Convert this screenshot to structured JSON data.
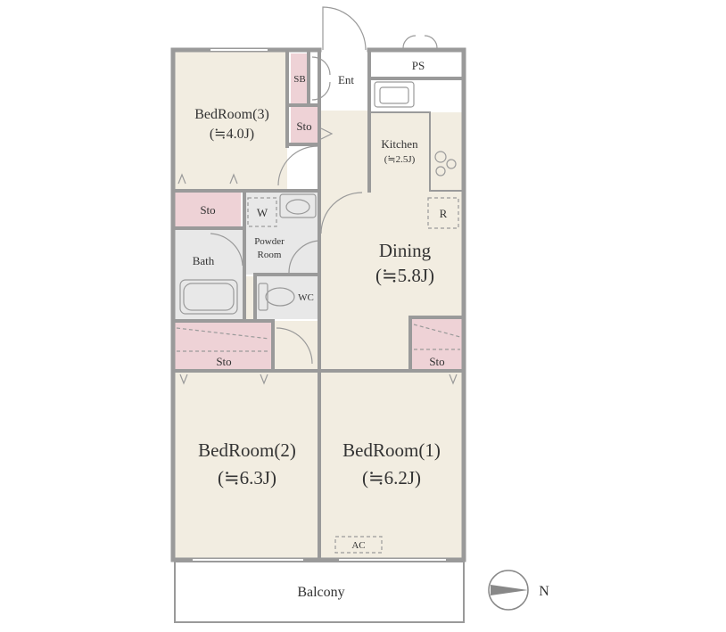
{
  "colors": {
    "floor": "#f2ede1",
    "storage": "#eed2d6",
    "wet": "#e8e8e8",
    "wall": "#9a9a9a",
    "text": "#333333",
    "balcony": "#ffffff"
  },
  "rooms": {
    "bedroom3": {
      "name": "BedRoom(3)",
      "size": "(≒4.0J)"
    },
    "bedroom2": {
      "name": "BedRoom(2)",
      "size": "(≒6.3J)"
    },
    "bedroom1": {
      "name": "BedRoom(1)",
      "size": "(≒6.2J)"
    },
    "dining": {
      "name": "Dining",
      "size": "(≒5.8J)"
    },
    "kitchen": {
      "name": "Kitchen",
      "size": "(≒2.5J)"
    },
    "bath": {
      "name": "Bath"
    },
    "powder": {
      "line1": "Powder",
      "line2": "Room"
    },
    "wc": {
      "name": "WC"
    },
    "entrance": {
      "name": "Ent"
    },
    "balcony": {
      "name": "Balcony"
    }
  },
  "fixtures": {
    "sb": "SB",
    "sto_small": "Sto",
    "sto_left": "Sto",
    "sto_bed2": "Sto",
    "sto_bed1": "Sto",
    "washer": "W",
    "fridge": "R",
    "ps": "PS",
    "ac": "AC"
  },
  "compass": {
    "north": "N"
  }
}
